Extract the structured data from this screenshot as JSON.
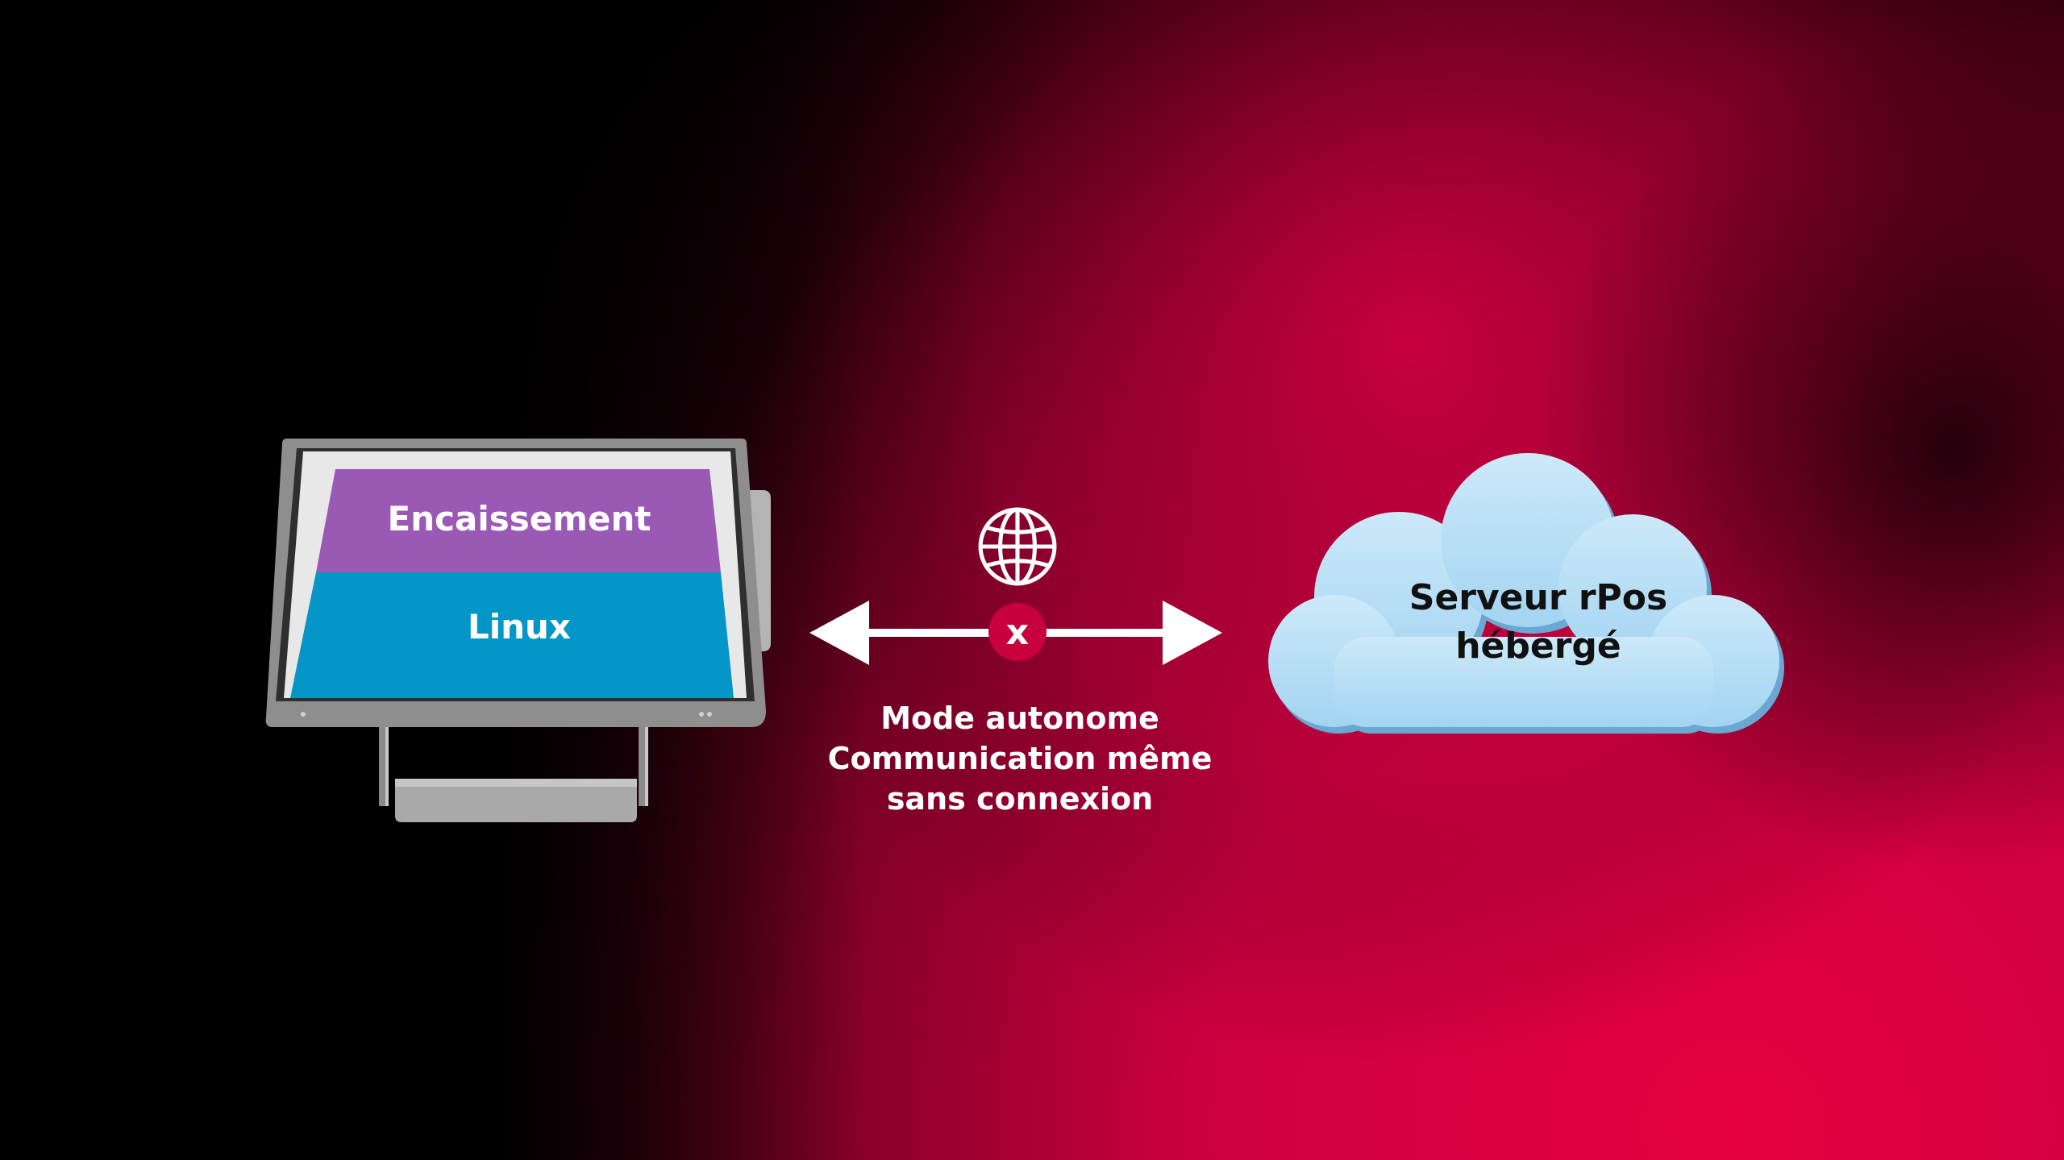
{
  "terminal": {
    "layer_top": "Encaissement",
    "layer_bottom": "Linux"
  },
  "connection": {
    "status_icon": "x-icon",
    "network_icon": "globe-icon",
    "caption_lines": [
      "Mode autonome",
      "Communication même",
      "sans connexion"
    ]
  },
  "server": {
    "label_lines": [
      "Serveur rPos",
      "hébergé"
    ]
  },
  "colors": {
    "background": "#000000",
    "glow": "#e0003f",
    "layer_top": "#9b59b6",
    "layer_bottom": "#0396c6",
    "status_badge": "#c8003d",
    "cloud": "#a9d8f3"
  }
}
